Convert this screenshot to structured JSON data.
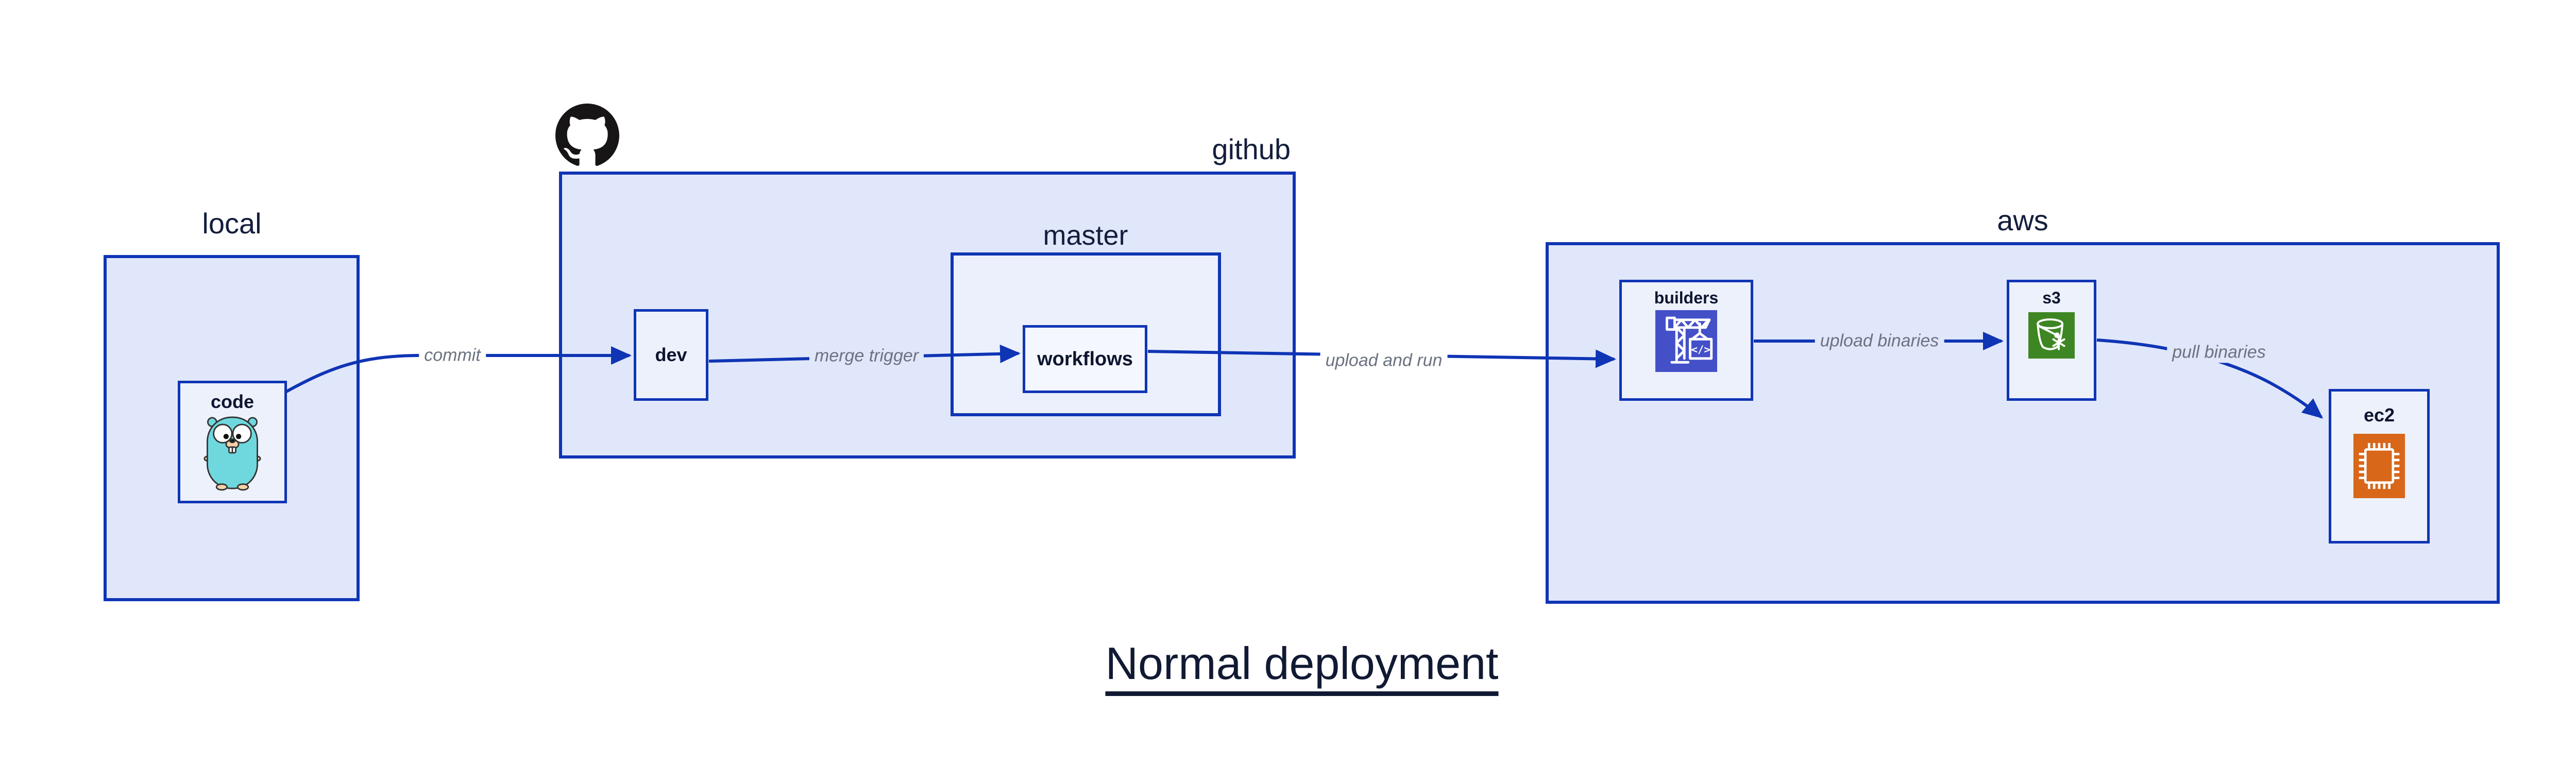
{
  "title": "Normal deployment",
  "regions": {
    "local": {
      "label": "local"
    },
    "github": {
      "label": "github"
    },
    "master": {
      "label": "master"
    },
    "aws": {
      "label": "aws"
    }
  },
  "nodes": {
    "code": {
      "label": "code"
    },
    "dev": {
      "label": "dev"
    },
    "workflows": {
      "label": "workflows"
    },
    "builders": {
      "label": "builders",
      "code_glyph": "</>"
    },
    "s3": {
      "label": "s3"
    },
    "ec2": {
      "label": "ec2"
    }
  },
  "edges": {
    "commit": {
      "label": "commit"
    },
    "merge_trigger": {
      "label": "merge trigger"
    },
    "upload_and_run": {
      "label": "upload and run"
    },
    "upload_binaries": {
      "label": "upload binaries"
    },
    "pull_binaries": {
      "label": "pull binaries"
    }
  },
  "icons": {
    "octocat": "github-octocat",
    "gopher": "go-gopher",
    "builders": "codebuild-crane",
    "s3": "s3-glacier-bucket",
    "ec2": "ec2-chip"
  },
  "colors": {
    "stroke_blue": "#0f35b5",
    "region_fill": "#e1e7fa",
    "node_fill": "#edf1fc",
    "master_fill": "#ecf0fc",
    "workflows_fill": "#f5f7fe",
    "edge_label_gray": "#6b7280",
    "text_navy": "#141d3b",
    "title_navy": "#111a33",
    "octocat_black": "#171515",
    "gopher_teal": "#6fd8de",
    "gopher_tan": "#f6d2a7",
    "builders_icon_bg": "#4450c8",
    "s3_icon_bg": "#3e8623",
    "ec2_icon_bg": "#d9671a"
  }
}
